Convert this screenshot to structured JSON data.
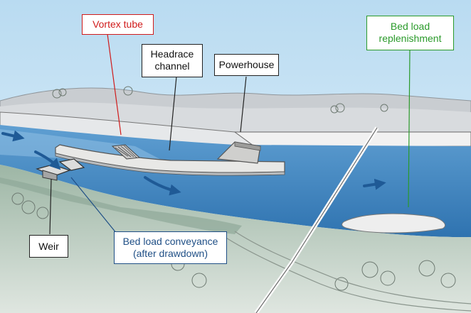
{
  "labels": {
    "vortex_tube": "Vortex tube",
    "headrace_line1": "Headrace",
    "headrace_line2": "channel",
    "powerhouse": "Powerhouse",
    "bed_load_repl_line1": "Bed load",
    "bed_load_repl_line2": "replenishment",
    "weir": "Weir",
    "conveyance_line1": "Bed load conveyance",
    "conveyance_line2": "(after drawdown)"
  },
  "colors": {
    "sky": "#cfe6f4",
    "river": "#3f86c2",
    "river_light": "#8fc0e4",
    "hill": "#c9cdd1",
    "bank_green": "#9fb9a8",
    "foreground": "#c2d0c6",
    "arrow_blue": "#1f5a96",
    "vortex_red": "#d01b1b",
    "replenish_green": "#2a9a2a",
    "conveyance_blue": "#1f4f86"
  }
}
